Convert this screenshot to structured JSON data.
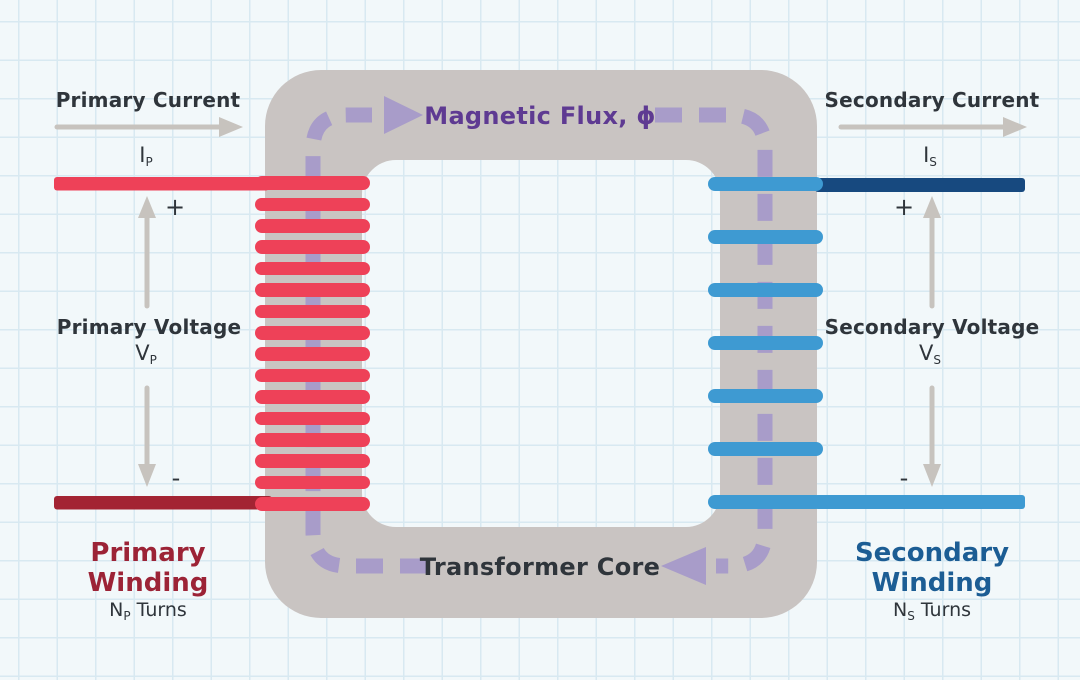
{
  "colors": {
    "gridBg": "#f2f8fa",
    "gridLine": "#d8e9f1",
    "coreGray": "#c9c4c2",
    "fluxPurple": "#a89cc9",
    "fluxText": "#5e3a92",
    "primaryCoil": "#ee4158",
    "primaryDark": "#a32433",
    "secondaryCoil": "#3e9ad2",
    "secondaryDark": "#17497f",
    "textDark": "#2f353b",
    "primaryLabel": "#9c2336",
    "secondaryLabel": "#1c5d94",
    "arrowGray": "#c7c3be"
  },
  "flux": {
    "label": "Magnetic Flux, ϕ"
  },
  "core": {
    "label": "Transformer Core"
  },
  "primary": {
    "current_label": "Primary Current",
    "current_symbol": "I",
    "current_subscript": "P",
    "voltage_label": "Primary Voltage",
    "voltage_symbol": "V",
    "voltage_subscript": "P",
    "polarity_plus": "+",
    "polarity_minus": "-",
    "winding_line1": "Primary",
    "winding_line2": "Winding",
    "turns_symbol": "N",
    "turns_subscript": "P",
    "turns_word": "Turns",
    "turns_shown": 16
  },
  "secondary": {
    "current_label": "Secondary Current",
    "current_symbol": "I",
    "current_subscript": "S",
    "voltage_label": "Secondary Voltage",
    "voltage_symbol": "V",
    "voltage_subscript": "S",
    "polarity_plus": "+",
    "polarity_minus": "-",
    "winding_line1": "Secondary",
    "winding_line2": "Winding",
    "turns_symbol": "N",
    "turns_subscript": "S",
    "turns_word": "Turns",
    "turns_shown": 7
  }
}
